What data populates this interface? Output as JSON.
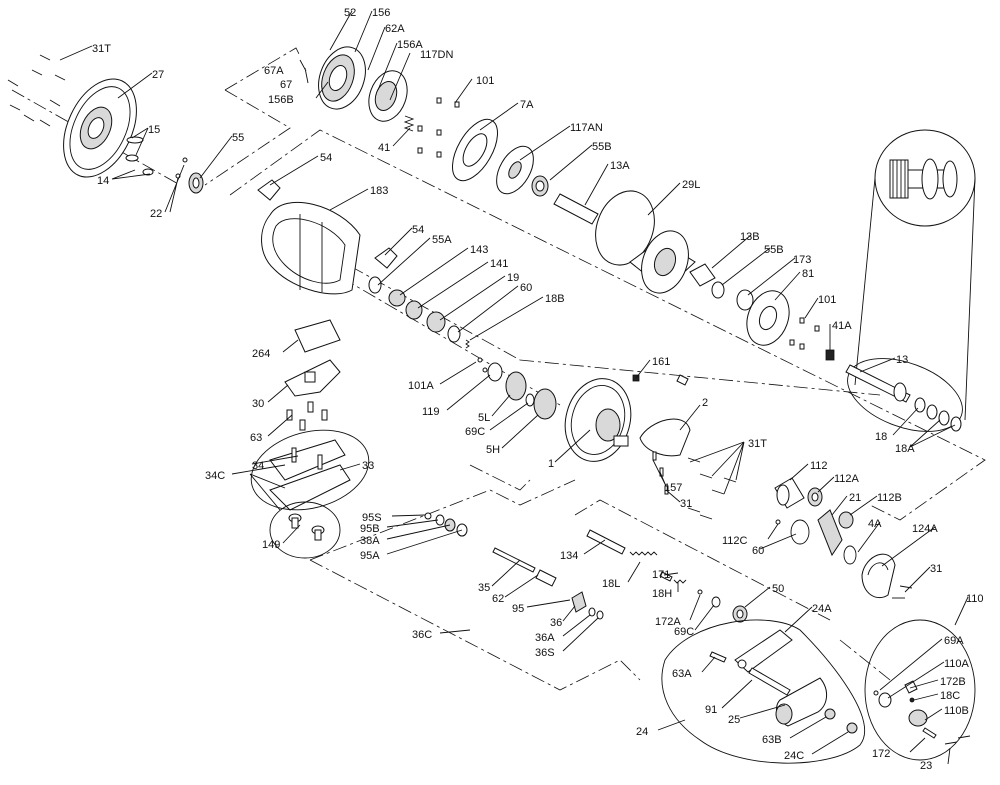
{
  "diagram": {
    "parts": [
      {
        "id": "p31T_a",
        "label": "31T"
      },
      {
        "id": "p27",
        "label": "27"
      },
      {
        "id": "p15",
        "label": "15"
      },
      {
        "id": "p14",
        "label": "14"
      },
      {
        "id": "p22",
        "label": "22"
      },
      {
        "id": "p55",
        "label": "55"
      },
      {
        "id": "p52",
        "label": "52"
      },
      {
        "id": "p156",
        "label": "156"
      },
      {
        "id": "p62A",
        "label": "62A"
      },
      {
        "id": "p156A",
        "label": "156A"
      },
      {
        "id": "p117DN",
        "label": "117DN"
      },
      {
        "id": "p67A",
        "label": "67A"
      },
      {
        "id": "p67",
        "label": "67"
      },
      {
        "id": "p156B",
        "label": "156B"
      },
      {
        "id": "p101_a",
        "label": "101"
      },
      {
        "id": "p7A",
        "label": "7A"
      },
      {
        "id": "p41",
        "label": "41"
      },
      {
        "id": "p117AN",
        "label": "117AN"
      },
      {
        "id": "p55B_a",
        "label": "55B"
      },
      {
        "id": "p13A",
        "label": "13A"
      },
      {
        "id": "p54_a",
        "label": "54"
      },
      {
        "id": "p183",
        "label": "183"
      },
      {
        "id": "p29L",
        "label": "29L"
      },
      {
        "id": "p54_b",
        "label": "54"
      },
      {
        "id": "p55A",
        "label": "55A"
      },
      {
        "id": "p143",
        "label": "143"
      },
      {
        "id": "p141",
        "label": "141"
      },
      {
        "id": "p19",
        "label": "19"
      },
      {
        "id": "p60_a",
        "label": "60"
      },
      {
        "id": "p18B",
        "label": "18B"
      },
      {
        "id": "p13B",
        "label": "13B"
      },
      {
        "id": "p55B_b",
        "label": "55B"
      },
      {
        "id": "p173",
        "label": "173"
      },
      {
        "id": "p81",
        "label": "81"
      },
      {
        "id": "p101_b",
        "label": "101"
      },
      {
        "id": "p41A",
        "label": "41A"
      },
      {
        "id": "p13",
        "label": "13"
      },
      {
        "id": "p264",
        "label": "264"
      },
      {
        "id": "p30",
        "label": "30"
      },
      {
        "id": "p63",
        "label": "63"
      },
      {
        "id": "p34C",
        "label": "34C"
      },
      {
        "id": "p34",
        "label": "34"
      },
      {
        "id": "p33",
        "label": "33"
      },
      {
        "id": "p149",
        "label": "149"
      },
      {
        "id": "p101A",
        "label": "101A"
      },
      {
        "id": "p119",
        "label": "119"
      },
      {
        "id": "p5L",
        "label": "5L"
      },
      {
        "id": "p69C_a",
        "label": "69C"
      },
      {
        "id": "p5H",
        "label": "5H"
      },
      {
        "id": "p161",
        "label": "161"
      },
      {
        "id": "p2",
        "label": "2"
      },
      {
        "id": "p1",
        "label": "1"
      },
      {
        "id": "p157",
        "label": "157"
      },
      {
        "id": "p31",
        "label": "31"
      },
      {
        "id": "p31T_b",
        "label": "31T"
      },
      {
        "id": "p18",
        "label": "18"
      },
      {
        "id": "p18A",
        "label": "18A"
      },
      {
        "id": "p112",
        "label": "112"
      },
      {
        "id": "p112A",
        "label": "112A"
      },
      {
        "id": "p21",
        "label": "21"
      },
      {
        "id": "p112B",
        "label": "112B"
      },
      {
        "id": "p112C",
        "label": "112C"
      },
      {
        "id": "p4A",
        "label": "4A"
      },
      {
        "id": "p60_b",
        "label": "60"
      },
      {
        "id": "p124A",
        "label": "124A"
      },
      {
        "id": "p31_b",
        "label": "31"
      },
      {
        "id": "p95S",
        "label": "95S"
      },
      {
        "id": "p95B",
        "label": "95B"
      },
      {
        "id": "p38A",
        "label": "38A"
      },
      {
        "id": "p95A",
        "label": "95A"
      },
      {
        "id": "p35",
        "label": "35"
      },
      {
        "id": "p62",
        "label": "62"
      },
      {
        "id": "p95",
        "label": "95"
      },
      {
        "id": "p36",
        "label": "36"
      },
      {
        "id": "p36A",
        "label": "36A"
      },
      {
        "id": "p36S",
        "label": "36S"
      },
      {
        "id": "p36C",
        "label": "36C"
      },
      {
        "id": "p134",
        "label": "134"
      },
      {
        "id": "p18L",
        "label": "18L"
      },
      {
        "id": "p171",
        "label": "171"
      },
      {
        "id": "p18H",
        "label": "18H"
      },
      {
        "id": "p172A",
        "label": "172A"
      },
      {
        "id": "p69C_b",
        "label": "69C"
      },
      {
        "id": "p50",
        "label": "50"
      },
      {
        "id": "p24A",
        "label": "24A"
      },
      {
        "id": "p63A",
        "label": "63A"
      },
      {
        "id": "p91",
        "label": "91"
      },
      {
        "id": "p25",
        "label": "25"
      },
      {
        "id": "p63B",
        "label": "63B"
      },
      {
        "id": "p24C",
        "label": "24C"
      },
      {
        "id": "p24",
        "label": "24"
      },
      {
        "id": "p110",
        "label": "110"
      },
      {
        "id": "p69A",
        "label": "69A"
      },
      {
        "id": "p110A",
        "label": "110A"
      },
      {
        "id": "p172B",
        "label": "172B"
      },
      {
        "id": "p18C",
        "label": "18C"
      },
      {
        "id": "p110B",
        "label": "110B"
      },
      {
        "id": "p172",
        "label": "172"
      },
      {
        "id": "p23",
        "label": "23"
      }
    ]
  }
}
